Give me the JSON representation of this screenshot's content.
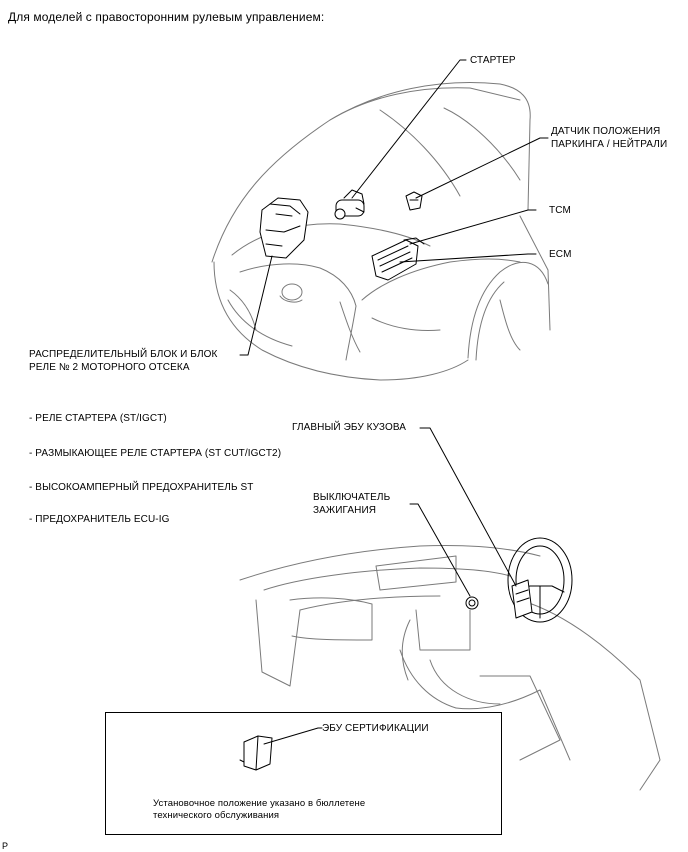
{
  "header": {
    "title": "Для моделей с правосторонним рулевым управлением:"
  },
  "labels": {
    "starter": "СТАРТЕР",
    "park_neutral_sensor_line1": "ДАТЧИК ПОЛОЖЕНИЯ",
    "park_neutral_sensor_line2": "ПАРКИНГА / НЕЙТРАЛИ",
    "tcm": "TCM",
    "ecm": "ECM",
    "relay_block_line1": "РАСПРЕДЕЛИТЕЛЬНЫЙ БЛОК И БЛОК",
    "relay_block_line2": "РЕЛЕ № 2 МОТОРНОГО ОТСЕКА",
    "main_body_ecu": "ГЛАВНЫЙ ЭБУ КУЗОВА",
    "ignition_switch_line1": "ВЫКЛЮЧАТЕЛЬ",
    "ignition_switch_line2": "ЗАЖИГАНИЯ",
    "certification_ecu": "ЭБУ СЕРТИФИКАЦИИ"
  },
  "component_list": [
    "- РЕЛЕ СТАРТЕРА (ST/IGCT)",
    "- РАЗМЫКАЮЩЕЕ РЕЛЕ СТАРТЕРА (ST CUT/IGCT2)",
    "- ВЫСОКОАМПЕРНЫЙ ПРЕДОХРАНИТЕЛЬ ST",
    "- ПРЕДОХРАНИТЕЛЬ ECU-IG"
  ],
  "note": {
    "line1": "Установочное положение указано в бюллетене",
    "line2": "технического обслуживания"
  },
  "footer": {
    "marker": "P"
  }
}
